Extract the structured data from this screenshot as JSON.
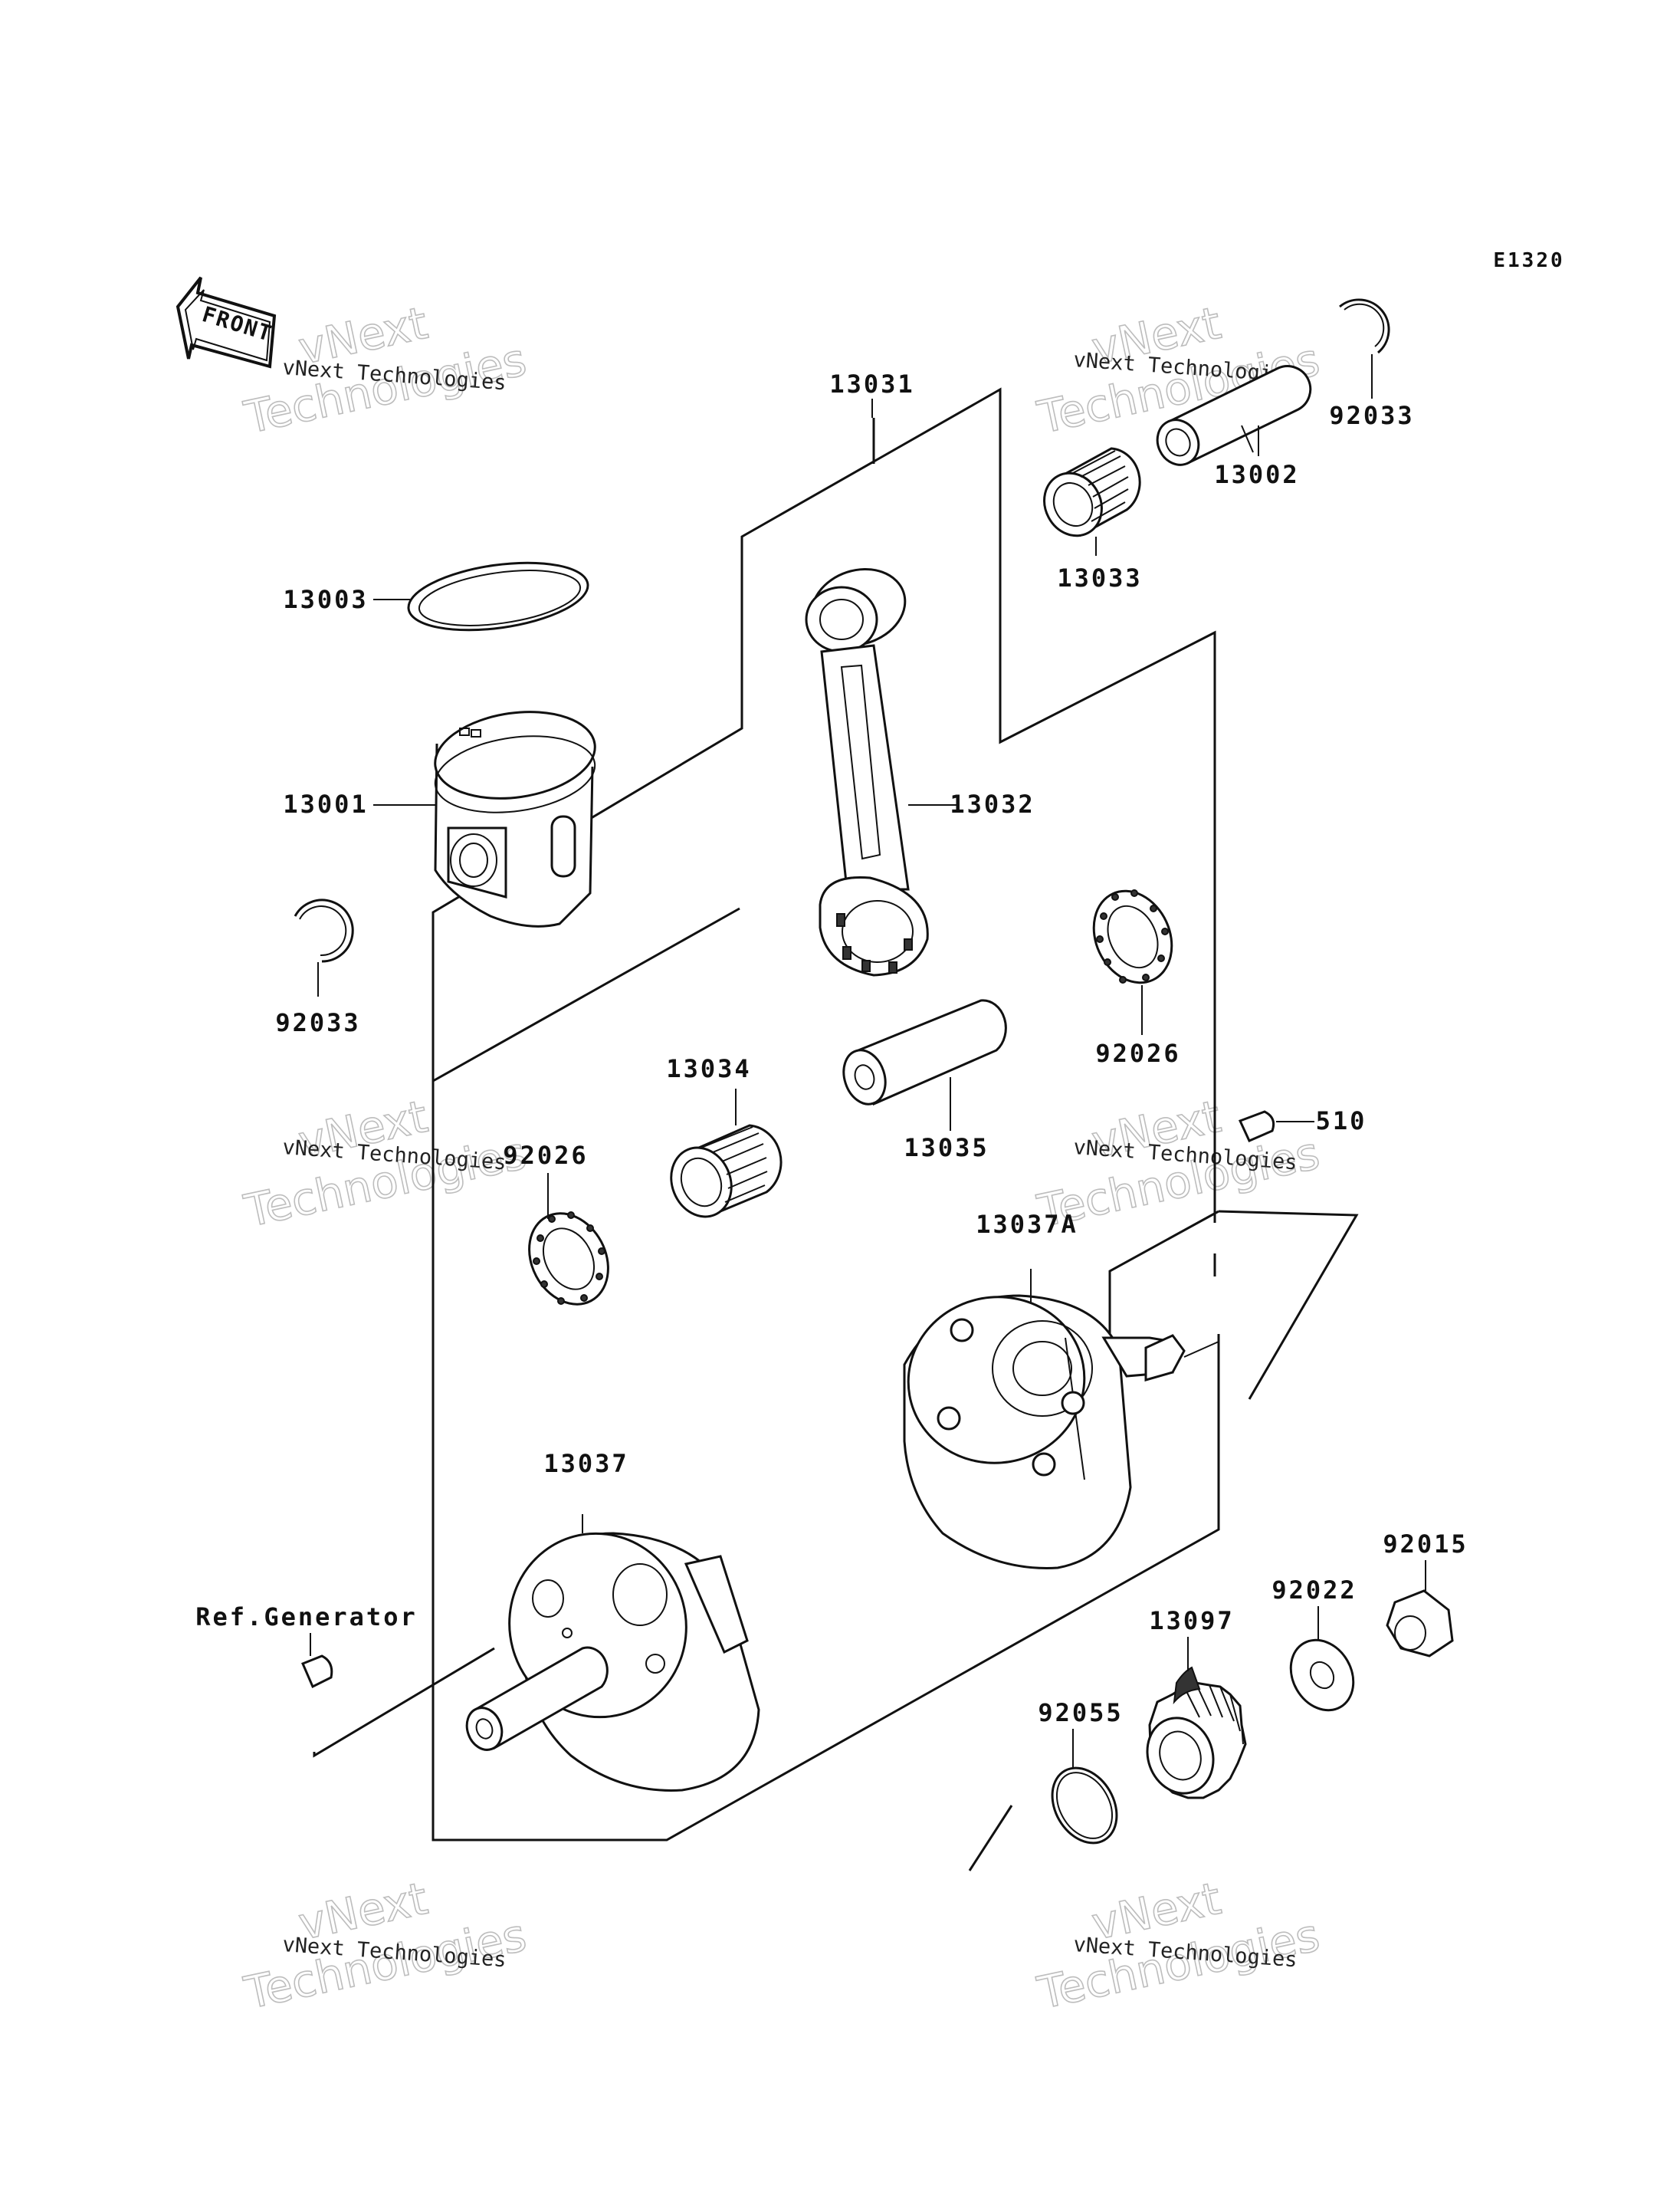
{
  "diagram_code": "E1320",
  "front_label": "FRONT",
  "parts": [
    {
      "id": "p13031",
      "label": "13031"
    },
    {
      "id": "p13002",
      "label": "13002"
    },
    {
      "id": "p92033_top",
      "label": "92033"
    },
    {
      "id": "p13033",
      "label": "13033"
    },
    {
      "id": "p13003",
      "label": "13003"
    },
    {
      "id": "p13001",
      "label": "13001"
    },
    {
      "id": "p13032",
      "label": "13032"
    },
    {
      "id": "p92033_left",
      "label": "92033"
    },
    {
      "id": "p92026_right",
      "label": "92026"
    },
    {
      "id": "p13034",
      "label": "13034"
    },
    {
      "id": "p13035",
      "label": "13035"
    },
    {
      "id": "p510",
      "label": "510"
    },
    {
      "id": "p92026_left",
      "label": "92026"
    },
    {
      "id": "p13037A",
      "label": "13037A"
    },
    {
      "id": "p13037",
      "label": "13037"
    },
    {
      "id": "p92015",
      "label": "92015"
    },
    {
      "id": "p92022",
      "label": "92022"
    },
    {
      "id": "p13097",
      "label": "13097"
    },
    {
      "id": "pRefGen",
      "label": "Ref.Generator"
    },
    {
      "id": "p92055",
      "label": "92055"
    }
  ],
  "watermark": {
    "line1": "vNext Technologies",
    "big1": "vNext",
    "big2": "Technologies"
  }
}
